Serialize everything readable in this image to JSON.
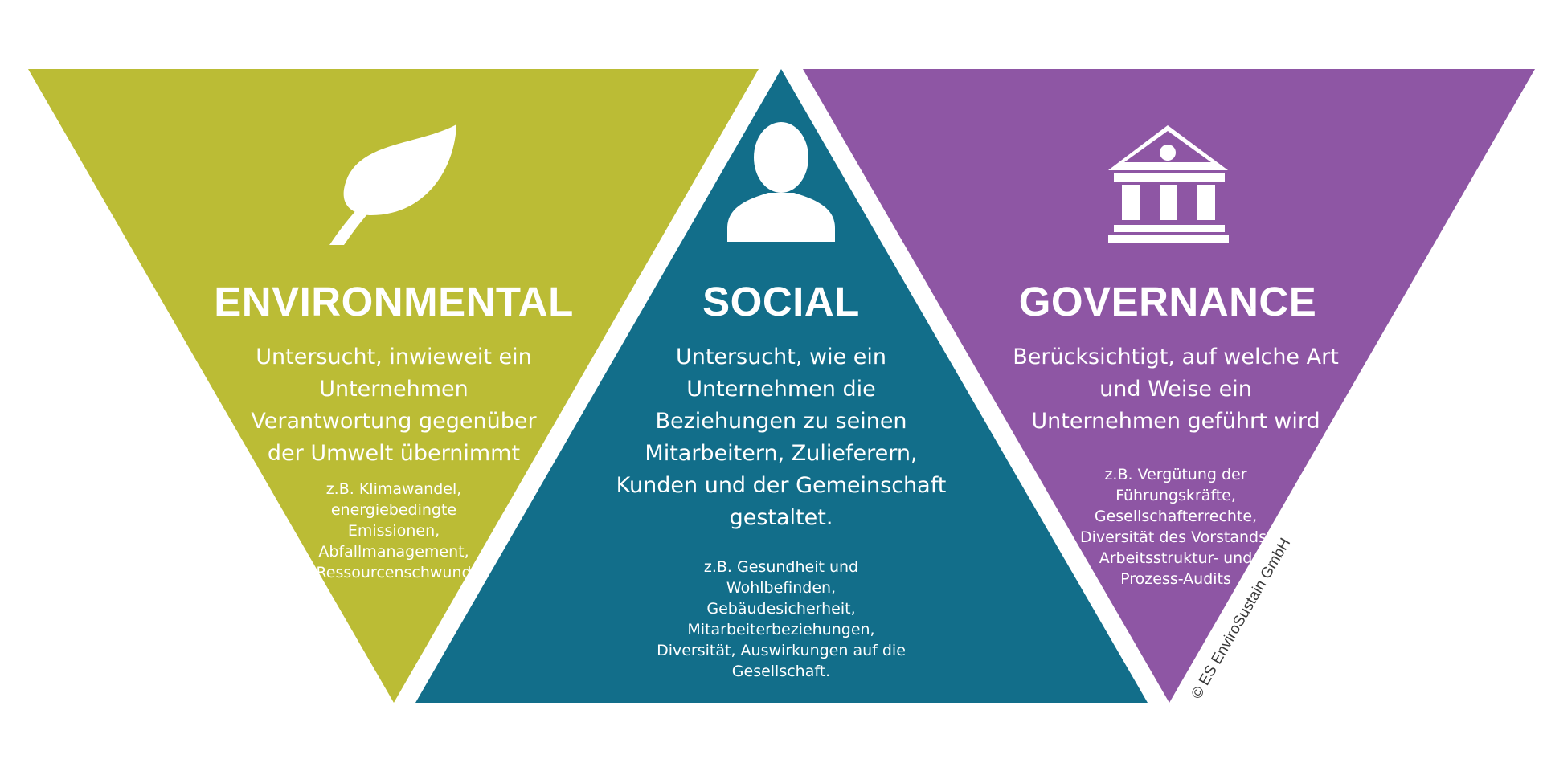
{
  "pillars": {
    "environmental": {
      "title": "ENVIRONMENTAL",
      "description": [
        "Untersucht, inwieweit ein",
        "Unternehmen",
        "Verantwortung gegenüber",
        "der Umwelt übernimmt"
      ],
      "examples": [
        "z.B. Klimawandel,",
        "energiebedingte",
        "Emissionen,",
        "Abfallmanagement,",
        "Ressourcenschwund"
      ],
      "icon": "leaf-icon",
      "color": "#bbbc35"
    },
    "social": {
      "title": "SOCIAL",
      "description": [
        "Untersucht, wie ein",
        "Unternehmen die",
        "Beziehungen zu seinen",
        "Mitarbeitern, Zulieferern,",
        "Kunden und der Gemeinschaft",
        "gestaltet."
      ],
      "examples": [
        "z.B. Gesundheit und",
        "Wohlbefinden,",
        "Gebäudesicherheit,",
        "Mitarbeiterbeziehungen,",
        "Diversität, Auswirkungen auf die",
        "Gesellschaft."
      ],
      "icon": "person-icon",
      "color": "#126e8a"
    },
    "governance": {
      "title": "GOVERNANCE",
      "description": [
        "Berücksichtigt, auf welche Art",
        "und Weise ein",
        "Unternehmen geführt wird"
      ],
      "examples": [
        "z.B. Vergütung der",
        "Führungskräfte,",
        "Gesellschafterrechte,",
        "Diversität des Vorstands,",
        "Arbeitsstruktur- und",
        "Prozess-Audits"
      ],
      "icon": "institution-icon",
      "color": "#8e56a4"
    }
  },
  "copyright": "© ES EnviroSustain GmbH"
}
